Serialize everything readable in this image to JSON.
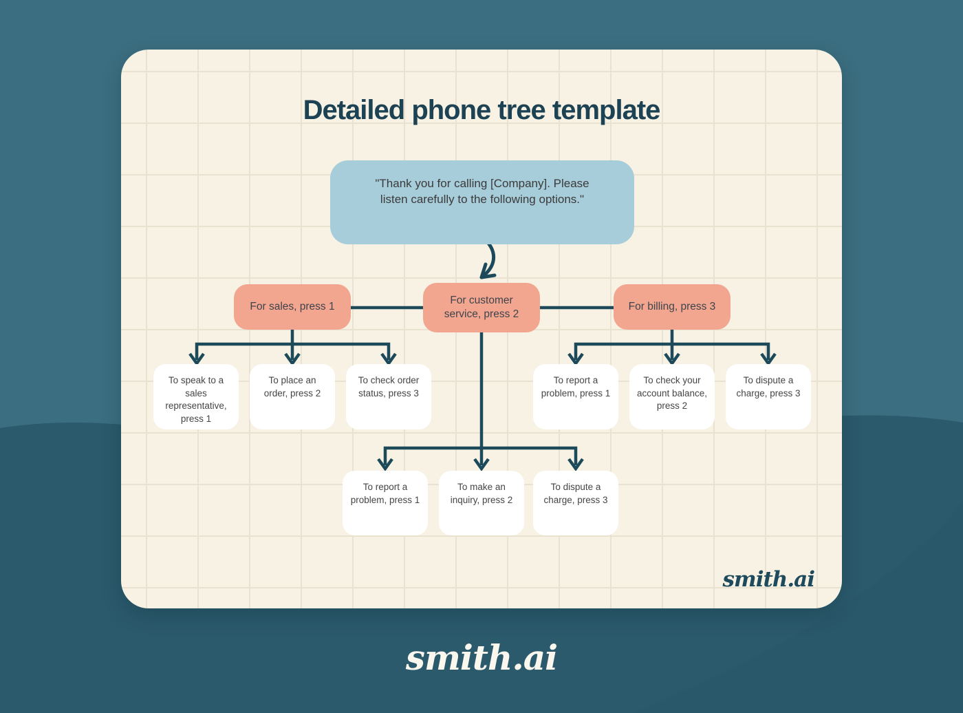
{
  "header": {
    "title": "Detailed phone tree template"
  },
  "tree": {
    "root": {
      "label": "\"Thank you for calling [Company]. Please listen carefully to the following options.\""
    },
    "branches": [
      {
        "label": "For sales, press 1",
        "children": [
          {
            "label": "To speak to a sales representative, press 1"
          },
          {
            "label": "To place an order, press 2"
          },
          {
            "label": "To check order status, press 3"
          }
        ]
      },
      {
        "label": "For customer service, press 2",
        "children": [
          {
            "label": "To report a problem, press 1"
          },
          {
            "label": "To make an inquiry, press 2"
          },
          {
            "label": "To dispute a charge, press 3"
          }
        ]
      },
      {
        "label": "For billing, press 3",
        "children": [
          {
            "label": "To report a problem, press 1"
          },
          {
            "label": "To check your account balance, press 2"
          },
          {
            "label": "To dispute a charge, press 3"
          }
        ]
      }
    ]
  },
  "brand": {
    "card_logo_text": "smith.ai",
    "footer_logo_text": "smith.ai"
  },
  "colors": {
    "page_background": "#3b6e80",
    "wave": "#2b5a6c",
    "card_background": "#f7f2e3",
    "grid_line": "#e9e2d1",
    "title_text": "#1c4254",
    "root_box": "#a8cdda",
    "branch_box": "#f2a58f",
    "leaf_box": "#ffffff",
    "connector_line": "#1d4a5a",
    "body_text": "#454545"
  }
}
